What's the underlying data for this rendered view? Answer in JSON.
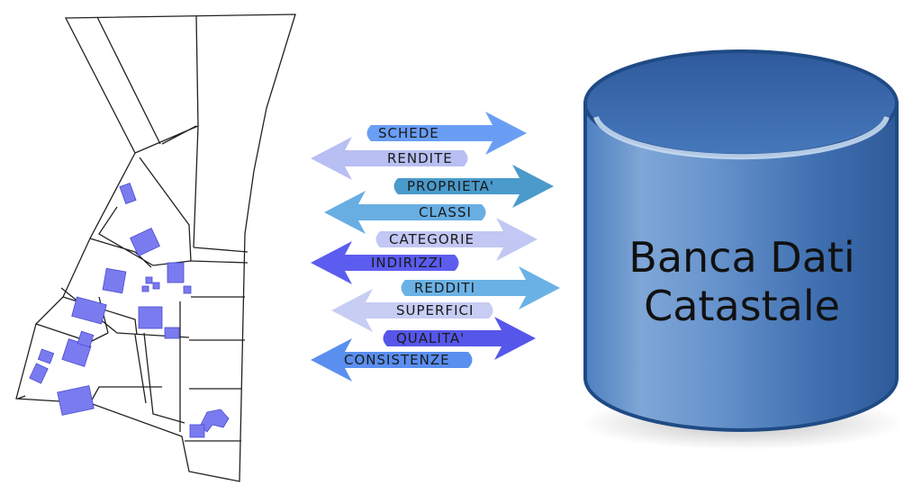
{
  "arrows": [
    {
      "label": "SCHEDE",
      "direction": "right",
      "color": "#6a9ef5"
    },
    {
      "label": "RENDITE",
      "direction": "left",
      "color": "#b8bff2"
    },
    {
      "label": "PROPRIETA'",
      "direction": "right",
      "color": "#4a9acb"
    },
    {
      "label": "CLASSI",
      "direction": "left",
      "color": "#68aee3"
    },
    {
      "label": "CATEGORIE",
      "direction": "right",
      "color": "#c2c7f3"
    },
    {
      "label": "INDIRIZZI",
      "direction": "left",
      "color": "#5c5cf0"
    },
    {
      "label": "REDDITI",
      "direction": "right",
      "color": "#6ab2e6"
    },
    {
      "label": "SUPERFICI",
      "direction": "left",
      "color": "#c7cdf3"
    },
    {
      "label": "QUALITA'",
      "direction": "right",
      "color": "#5656ea"
    },
    {
      "label": "CONSISTENZE",
      "direction": "left",
      "color": "#5a8ff0"
    }
  ],
  "database": {
    "title_line1": "Banca Dati",
    "title_line2": "Catastale",
    "color": "#3a6fb3"
  },
  "map": {
    "building_color": "#7b7bf0",
    "line_color": "#222222"
  }
}
